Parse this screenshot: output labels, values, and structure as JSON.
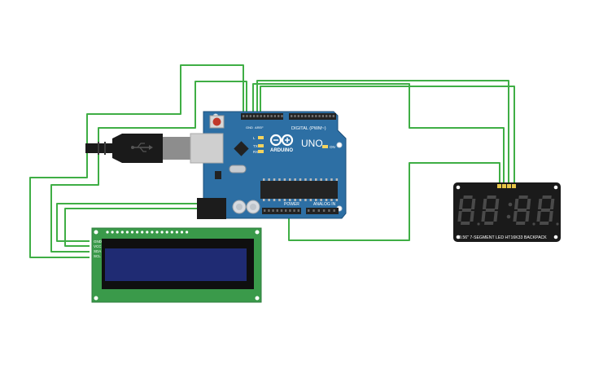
{
  "arduino": {
    "brand": "ARDUINO",
    "model": "UNO",
    "digital_label": "DIGITAL (PWM~)",
    "analog_label": "ANALOG IN",
    "power_label": "POWER",
    "on_label": "ON",
    "tx_label": "TX",
    "rx_label": "RX",
    "l_label": "L",
    "aref_label": "AREF",
    "gnd_label": "GND"
  },
  "lcd": {
    "pin_labels": [
      "GND",
      "VCC",
      "SDA",
      "SCL"
    ],
    "backlight_color": "#1f2b73"
  },
  "display7": {
    "digits": [
      "8",
      "8",
      "8",
      "8"
    ],
    "caption": "0.56\" 7-SEGMENT LED HT16K33 BACKPACK"
  },
  "colors": {
    "wire": "#3fae45",
    "board": "#2d6fa4",
    "lcd_pcb": "#3a9a4a"
  }
}
